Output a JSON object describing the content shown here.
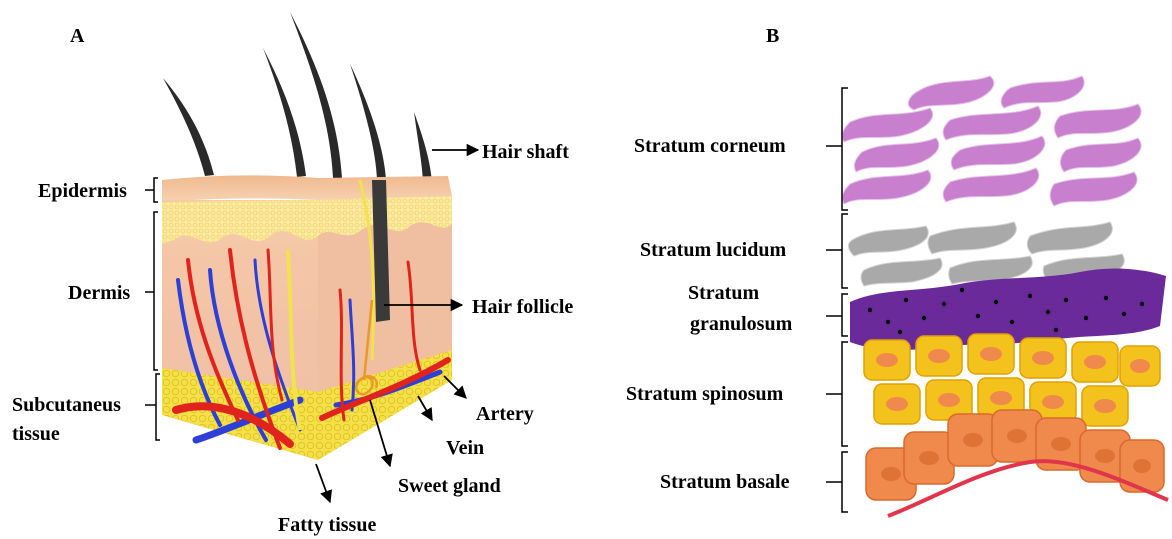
{
  "panels": {
    "a": "A",
    "b": "B"
  },
  "skin": {
    "epidermis": "Epidermis",
    "dermis": "Dermis",
    "subcutaneous_line1": "Subcutaneus",
    "subcutaneous_line2": "tissue",
    "hair_shaft": "Hair shaft",
    "hair_follicle": "Hair follicle",
    "artery": "Artery",
    "vein": "Vein",
    "sweat_gland": "Sweet gland",
    "fatty_tissue": "Fatty tissue"
  },
  "layers": {
    "corneum": "Stratum corneum",
    "lucidum": "Stratum lucidum",
    "granulosum_line1": "Stratum",
    "granulosum_line2": "granulosum",
    "spinosum": "Stratum spinosum",
    "basale": "Stratum basale"
  },
  "colors": {
    "epidermis": "#f4c9a6",
    "dermis": "#f3c4a8",
    "fat": "#f2dc3a",
    "artery": "#e0231c",
    "vein": "#2c3fd6",
    "hair": "#2a2a2a",
    "corneum": "#c77fce",
    "lucidum": "#a9a9a9",
    "granulosum": "#6a2a9a",
    "spinosum": "#f3c21c",
    "basale": "#ef8a4c"
  }
}
